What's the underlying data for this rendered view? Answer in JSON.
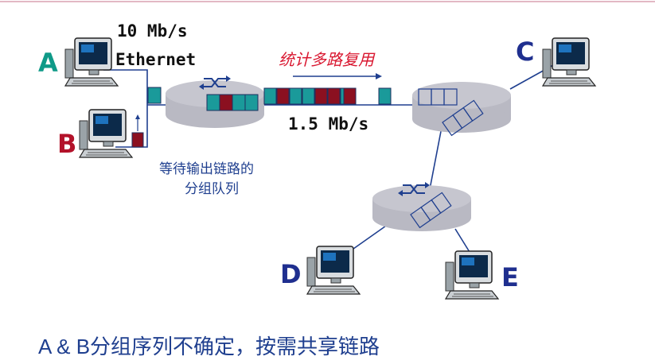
{
  "nodes": {
    "a": {
      "label": "A"
    },
    "b": {
      "label": "B"
    },
    "c": {
      "label": "C"
    },
    "d": {
      "label": "D"
    },
    "e": {
      "label": "E"
    }
  },
  "links": {
    "ethernet_rate": "10 Mb/s",
    "ethernet_name": "Ethernet",
    "trunk_rate": "1.5 Mb/s"
  },
  "multiplexing_label": "统计多路复用",
  "queue_label_line1": "等待输出链路的",
  "queue_label_line2": "分组队列",
  "caption": "A & B分组序列不确定，按需共享链路",
  "colors": {
    "packet_a": "#1a9a9a",
    "packet_b": "#8b1020",
    "router_fill": "#b9b9c3",
    "node_a": "#0f9a88",
    "node_b": "#b3122a",
    "node_dark": "#1f2f8f",
    "mux_red": "#d9162f",
    "line_blue": "#1f3f8f"
  },
  "trunk_packets": [
    "a",
    "b",
    "a",
    "a",
    "b",
    "b",
    "a"
  ],
  "queue_packets": [
    "a",
    "b",
    "a",
    "a"
  ]
}
